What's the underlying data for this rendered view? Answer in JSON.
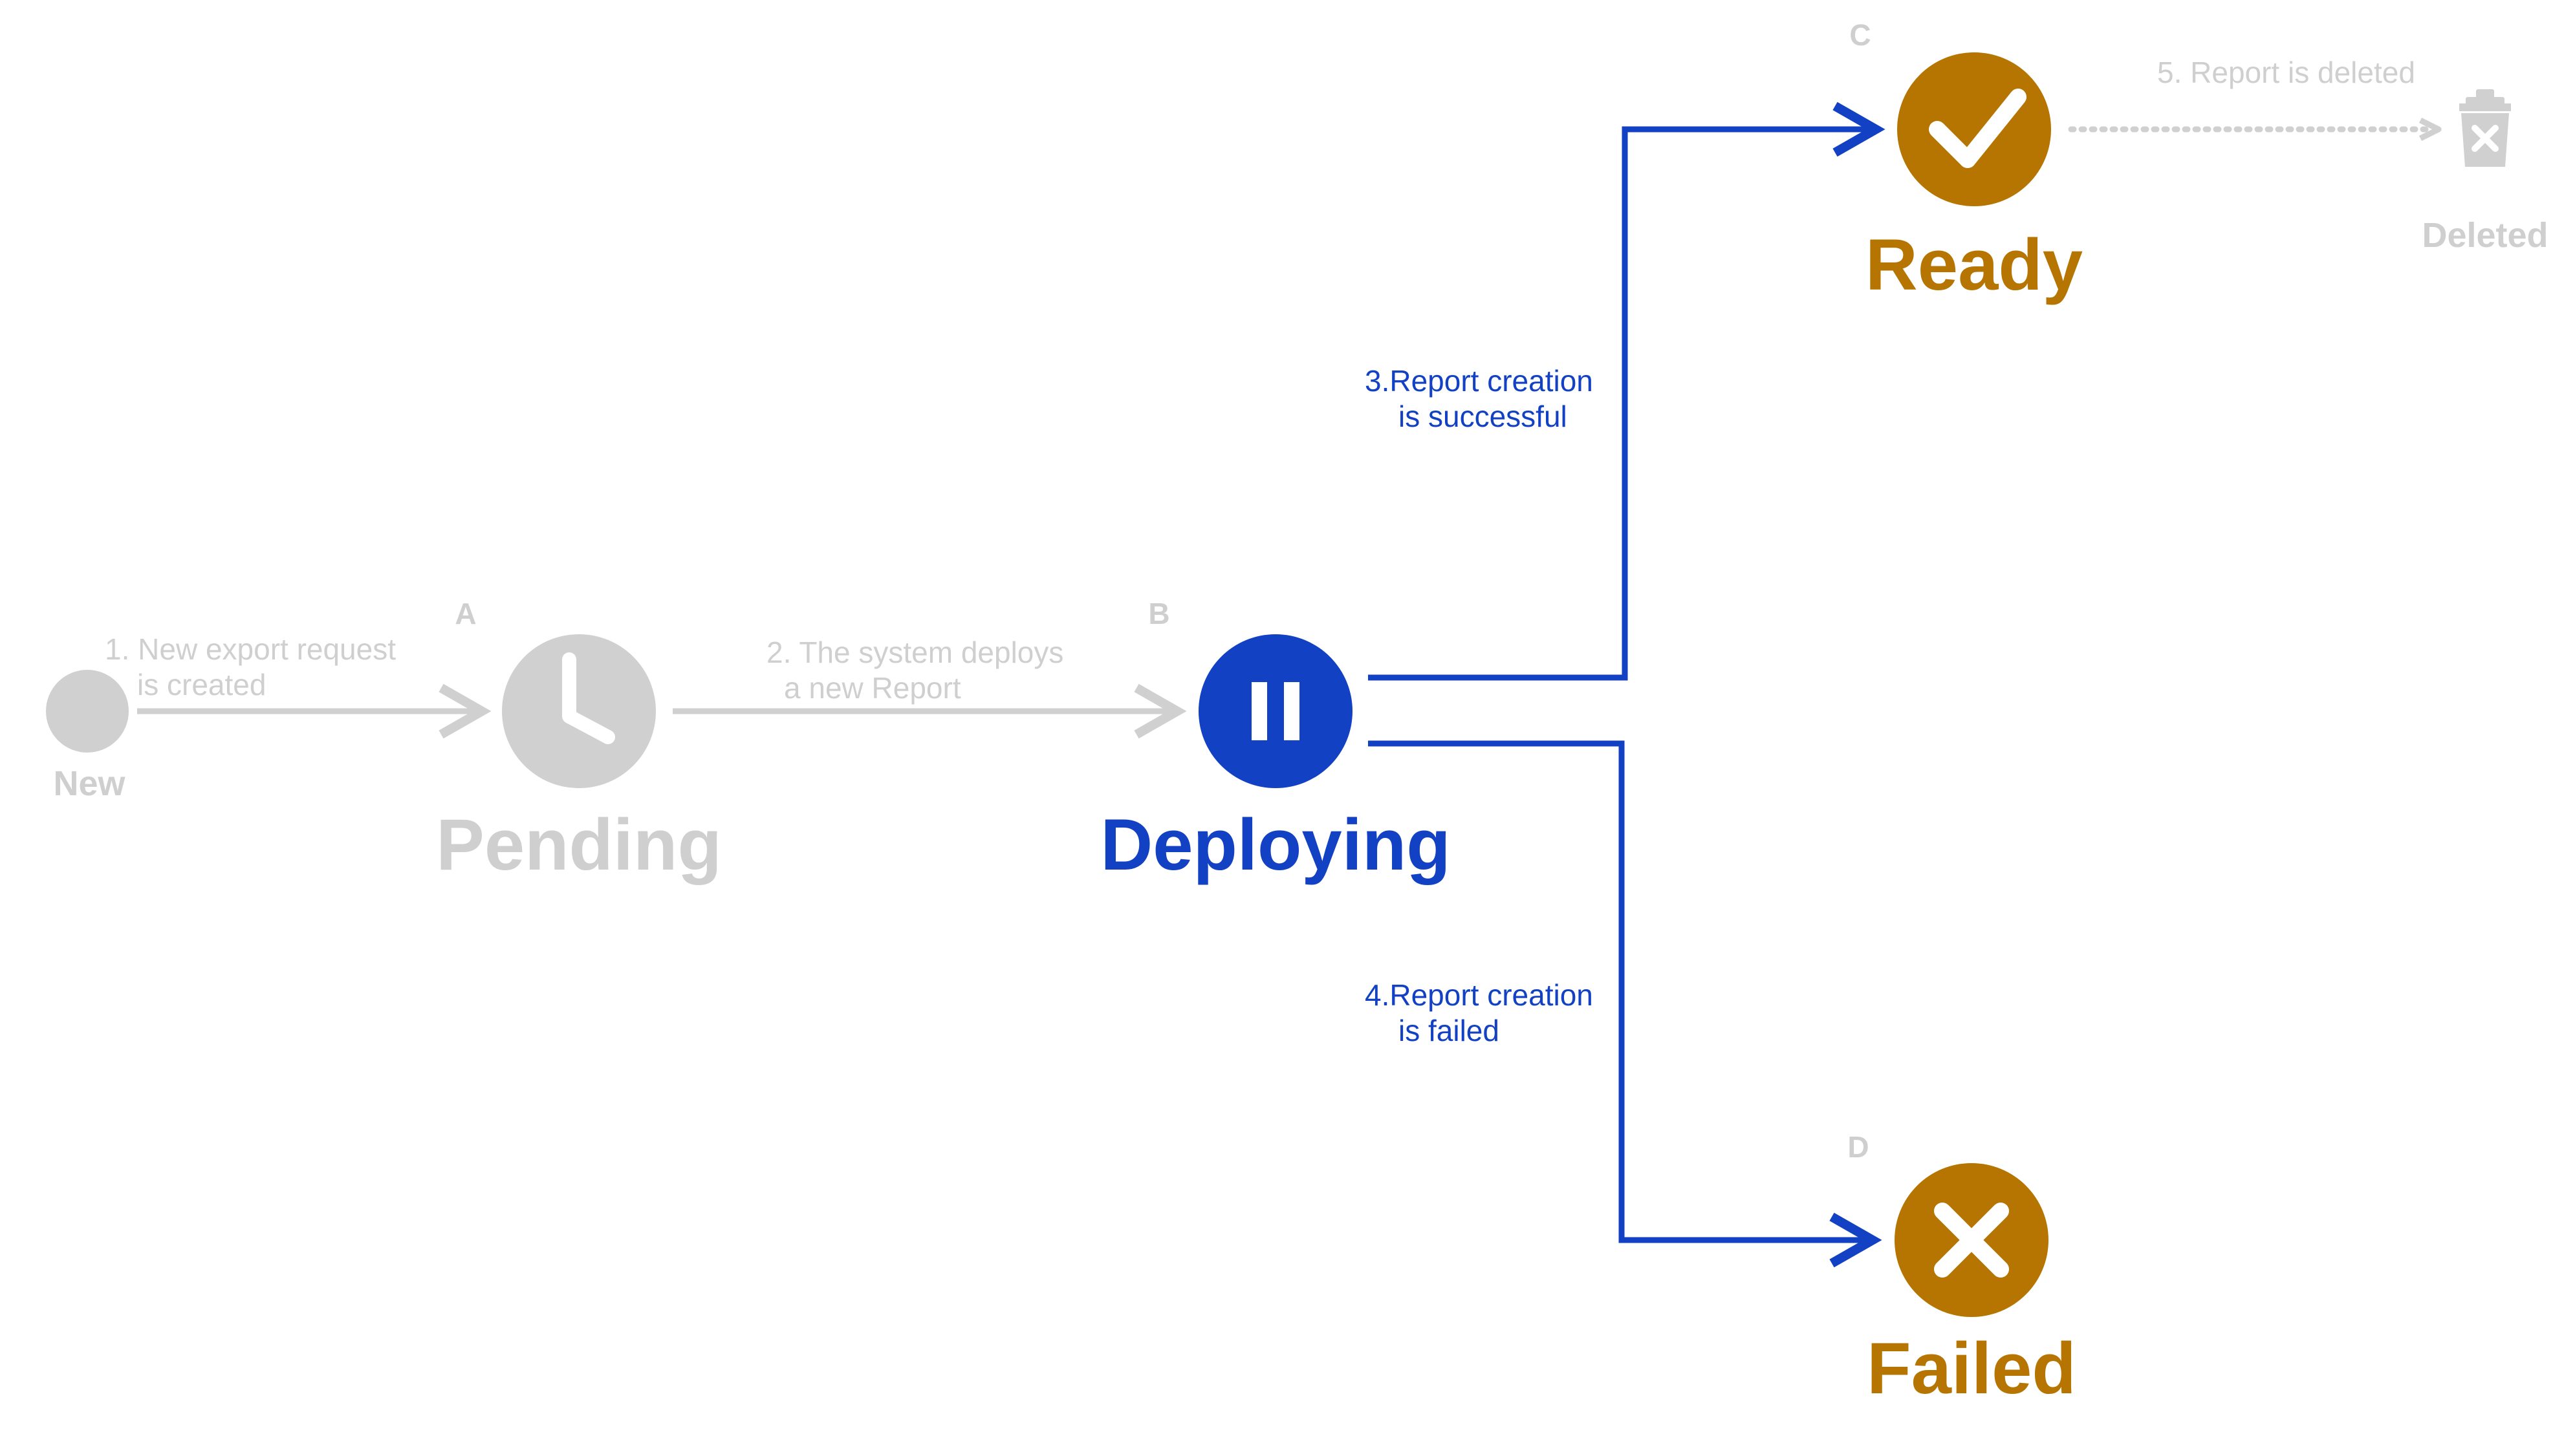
{
  "colors": {
    "inactive": "#d0d0d0",
    "inactive_text": "#cfcfcf",
    "active": "#1241c4",
    "result": "#b57500",
    "white": "#ffffff"
  },
  "states": {
    "new": {
      "label": "New",
      "icon": "dot-icon"
    },
    "pending": {
      "letter": "A",
      "label": "Pending",
      "icon": "clock-icon"
    },
    "deploying": {
      "letter": "B",
      "label": "Deploying",
      "icon": "pause-icon"
    },
    "ready": {
      "letter": "C",
      "label": "Ready",
      "icon": "check-icon"
    },
    "failed": {
      "letter": "D",
      "label": "Failed",
      "icon": "x-icon"
    },
    "deleted": {
      "label": "Deleted",
      "icon": "trash-icon"
    }
  },
  "transitions": {
    "t1": {
      "line1": "1. New export request",
      "line2": "is created"
    },
    "t2": {
      "line1": "2. The system deploys",
      "line2": "a new Report"
    },
    "t3": {
      "line1": "3.Report creation",
      "line2": "is successful"
    },
    "t4": {
      "line1": "4.Report creation",
      "line2": "is failed"
    },
    "t5": {
      "line1": "5. Report is deleted"
    }
  }
}
